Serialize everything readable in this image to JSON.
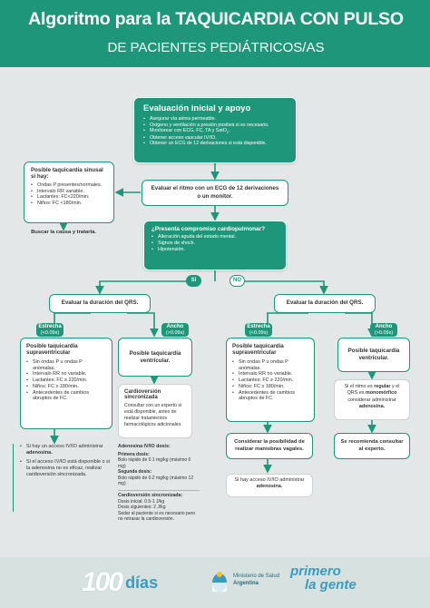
{
  "header": {
    "title": "Algoritmo para la TAQUICARDIA CON PULSO",
    "subtitle": "DE PACIENTES PEDIÁTRICOS/AS"
  },
  "colors": {
    "primary": "#1e9679",
    "background": "#e4e7e7",
    "text": "#333333",
    "footer": "#d6e1e0"
  },
  "initial": {
    "title": "Evaluación inicial y apoyo",
    "items": [
      "Asegurar vía aérea permeable.",
      "Oxígeno y ventilación a presión positiva si es necesario.",
      "Monitorear con ECG, FC, TA y SatO",
      "Obtener acceso vascular IV/IO.",
      "Obtener un ECG de 12 derivaciones si está disponible."
    ],
    "sat_sub": "2",
    "sat_suffix": "."
  },
  "sinus": {
    "title": "Posible taquicardia sinusal si hay:",
    "items": [
      "Ondas P presentes/normales.",
      "Intervalo RR variable.",
      "Lactantes: FC<220/min.",
      "Niños: FC <180/min."
    ]
  },
  "cause": {
    "text": "Buscar la causa y tratarla."
  },
  "evaluate_ecg": {
    "text": "Evaluar el ritmo con un ECG de 12 derivaciones o un monitor."
  },
  "compromise": {
    "question": "¿Presenta compromiso cardiopulmonar?",
    "items": [
      "Alteración aguda del estado mental.",
      "Signos de shock.",
      "Hipotensión."
    ]
  },
  "yes_label": "SI",
  "no_label": "NO",
  "qrs_left": {
    "text": "Evaluar la duración del QRS."
  },
  "qrs_right": {
    "text": "Evaluar la duración del QRS."
  },
  "tags": {
    "narrow": "Estrecha",
    "narrow_val": "(<0.09s)",
    "wide": "Ancho",
    "wide_val": "(>0.09s)"
  },
  "svt": {
    "title": "Posible taquicardia supraventricular",
    "items": [
      "Sin ondas P u ondas P anómalas.",
      "Intervalo RR no variable.",
      "Lactantes: FC ≥ 220/min.",
      "Niños: FC ≥ 180/min.",
      "Antecedentes de cambios abruptos de FC."
    ]
  },
  "vt": {
    "title": "Posible taquicardia ventricular."
  },
  "left_action": {
    "line1": "Si hay un acceso IV/IO administrar",
    "drug": "adenosina.",
    "line2": "Si el acceso IV/IO está disponible o si la adenosina no es eficaz, realizar cardioversión sincronizada."
  },
  "cardioversion": {
    "title": "Cardioversión sincronizada",
    "text": "Consultar con un experto si está disponible, antes de realizar tratamientos farmacológicos adicionales."
  },
  "dosing": {
    "adenosine_title": "Adenosina IV/IO dosis:",
    "first_label": "Primera dosis:",
    "first_text": "Bolo rápido de 0.1 mg/kg (máximo 6 mg)",
    "second_label": "Segunda dosis:",
    "second_text": "Bolo rápido de 0.2 mg/kg (máximo 12 mg)",
    "cv_title": "Cardioversión sincronizada:",
    "cv_initial": "Dosis inicial: 0.5-1 J/kg",
    "cv_next": "Dosis siguientes: 2 J/kg",
    "cv_note": "Sedar al paciente si es necesario pero no retrasar la cardioversión."
  },
  "vagal": {
    "text": "Considerar la posibilidad de realizar maniobras vagales."
  },
  "right_action": {
    "text": "Si hay acceso IV/IO administrar",
    "drug": "adenosina."
  },
  "right_wide": {
    "pre": "Si el ritmo es",
    "regular": "regular",
    "mid": "y el QRS es",
    "mono": "monomórfico",
    "post": "considerar administrar",
    "drug": "adenosina."
  },
  "expert": {
    "text": "Se recomienda consultar al experto."
  },
  "footer": {
    "logo_number": "100",
    "logo_word": "días",
    "ministry_line1": "Ministerio de Salud",
    "ministry_line2": "Argentina",
    "primero": "primero",
    "gente": "la gente"
  }
}
